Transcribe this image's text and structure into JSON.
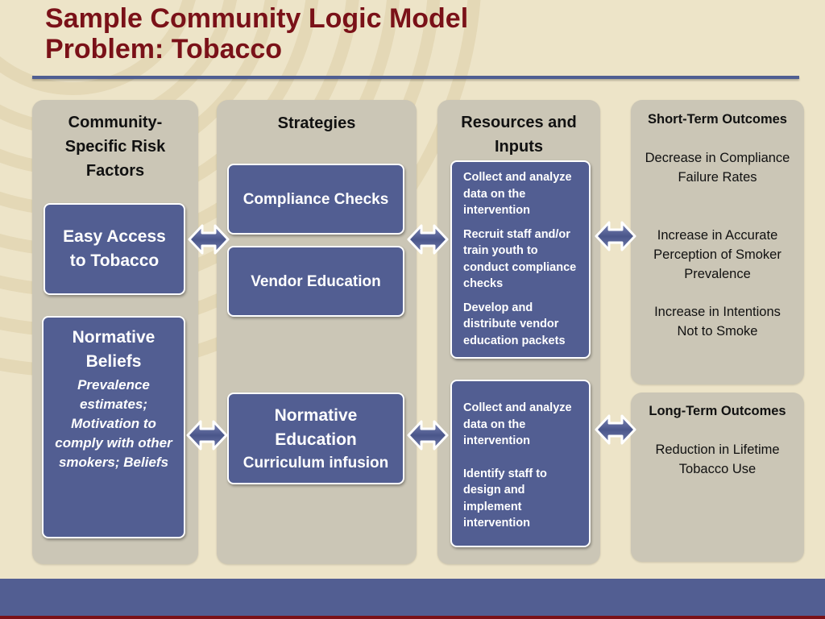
{
  "title": {
    "line1": "Sample Community Logic Model",
    "line2": "Problem: Tobacco"
  },
  "columns": {
    "risk_factors": "Community-Specific Risk Factors",
    "strategies": "Strategies",
    "resources": "Resources and Inputs"
  },
  "risk_factors": {
    "easy_access": "Easy Access to Tobacco",
    "normative_title": "Normative Beliefs",
    "normative_detail": "Prevalence estimates; Motivation to comply with other smokers; Beliefs"
  },
  "strategies": {
    "compliance_checks": "Compliance Checks",
    "vendor_education": "Vendor Education",
    "normative_title": "Normative Education",
    "normative_sub": "Curriculum infusion"
  },
  "resources": {
    "group1": [
      "Collect and analyze data on the intervention",
      "Recruit staff and/or train youth to conduct compliance checks",
      "Develop and distribute vendor education packets"
    ],
    "group2": [
      "Collect and analyze data on the intervention",
      "Identify staff to design and implement intervention"
    ]
  },
  "short_term": {
    "heading": "Short-Term Outcomes",
    "items": [
      "Decrease in Compliance Failure Rates",
      "Increase in Accurate Perception of Smoker Prevalence",
      "Increase in Intentions Not to Smoke"
    ]
  },
  "long_term": {
    "heading": "Long-Term Outcomes",
    "items": [
      "Reduction in Lifetime Tobacco Use"
    ]
  },
  "colors": {
    "title": "#7a1118",
    "box_fill": "#525e92",
    "column_fill": "#cbc6b6",
    "background": "#ede4c8"
  },
  "icons": {
    "connector": "double-headed-arrow-icon"
  }
}
